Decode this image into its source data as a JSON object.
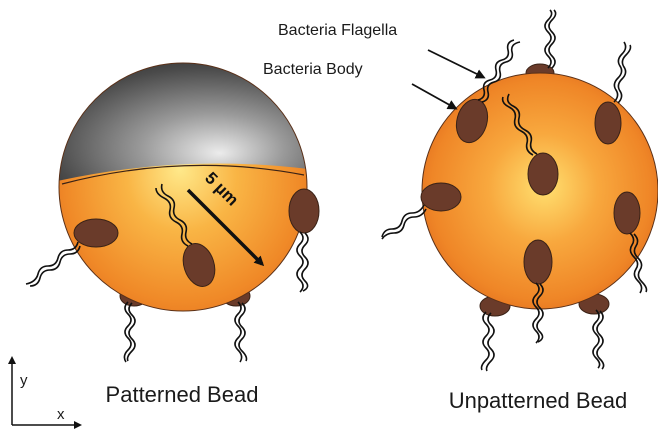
{
  "labels": {
    "patterned": "Patterned Bead",
    "unpatterned": "Unpatterned Bead",
    "flagella": "Bacteria Flagella",
    "body": "Bacteria Body",
    "scale": "5 µm",
    "axis_x": "x",
    "axis_y": "y"
  },
  "colors": {
    "bead_orange": "#f08a28",
    "bead_light": "#ffe070",
    "cap_dark": "#2e2e2e",
    "cap_light": "#e8e8e8",
    "bacteria_body": "#6a3b2a",
    "flagella": "#111111"
  }
}
